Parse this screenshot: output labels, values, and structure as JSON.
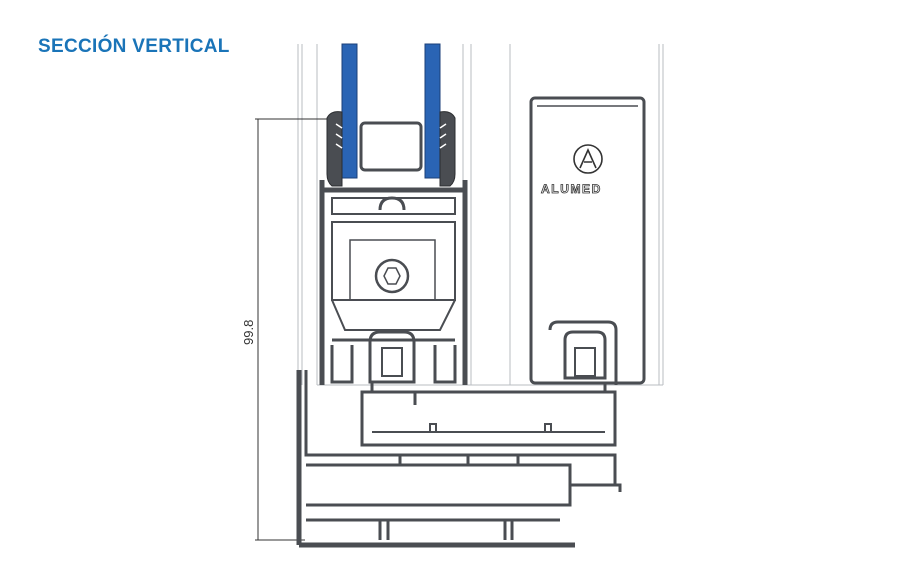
{
  "title": "SECCIÓN VERTICAL",
  "dimension_label": "99.8",
  "brand": {
    "name": "ALUMED",
    "logo_icon": "alumed-logo-icon"
  },
  "colors": {
    "title": "#1a74b8",
    "glass": "#2a64b4",
    "profile": "#4a4d52"
  }
}
